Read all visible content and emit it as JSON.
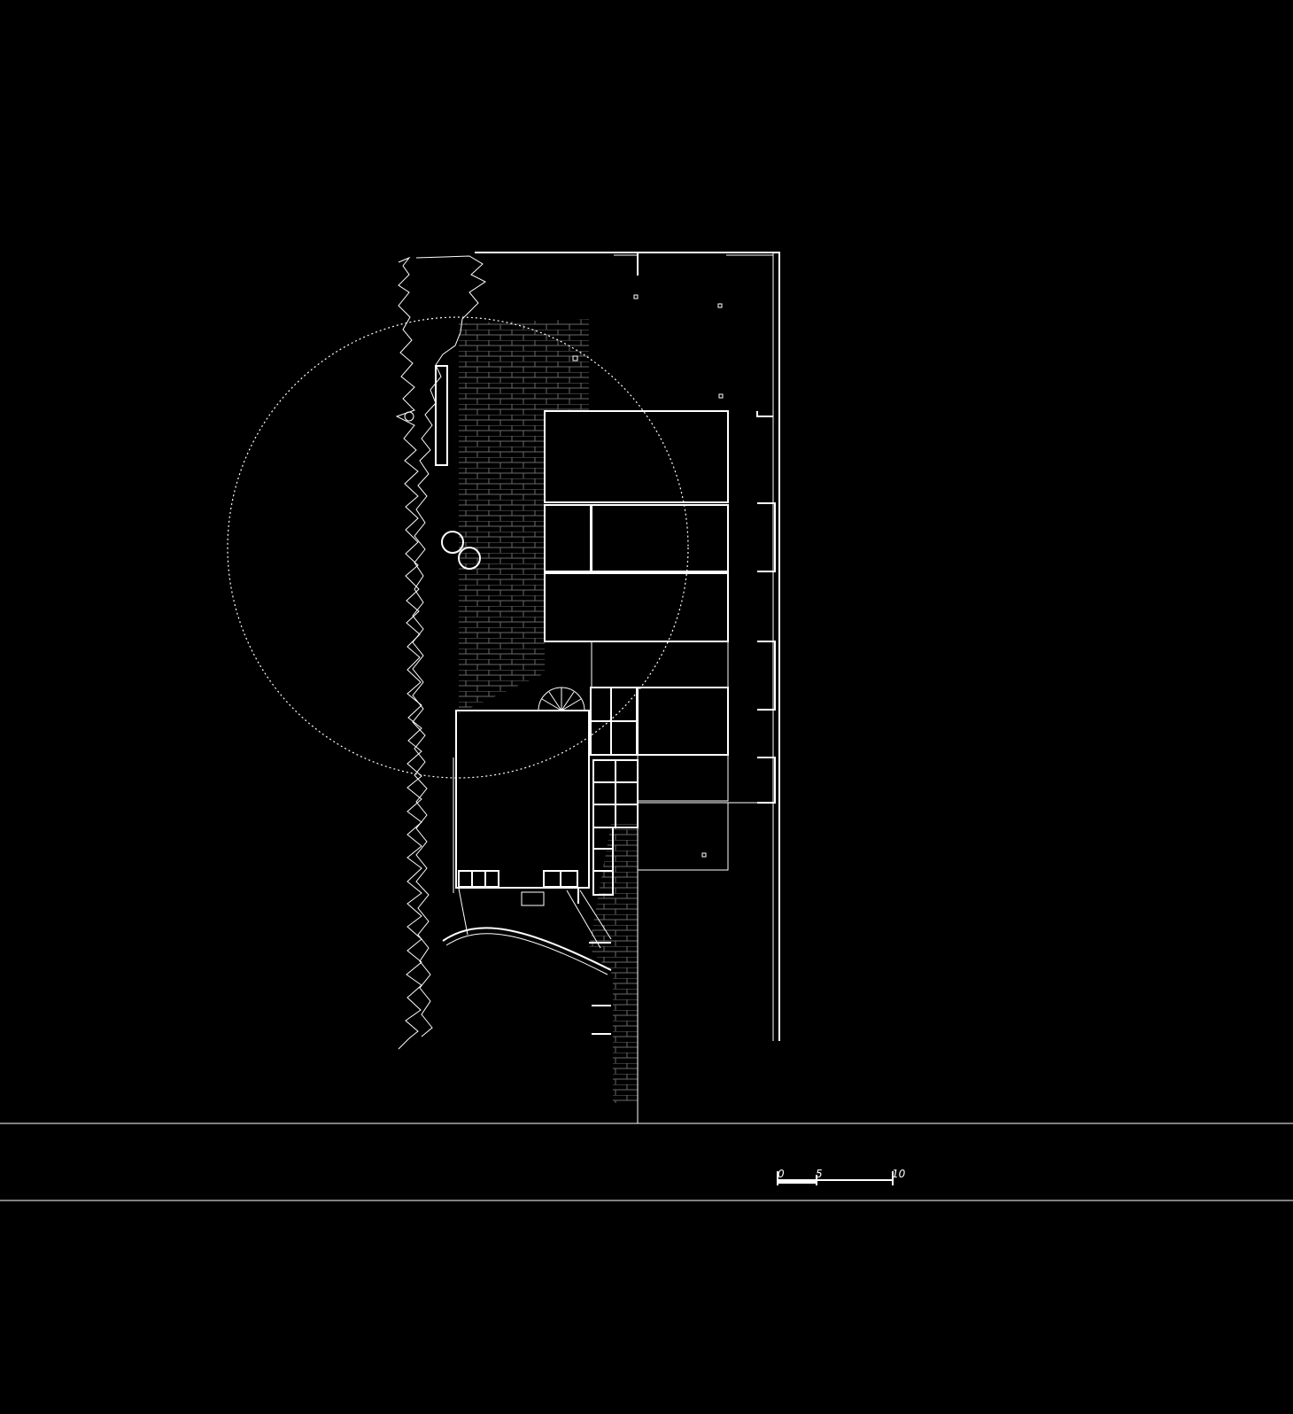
{
  "colors": {
    "background": "#000000",
    "line": "#ffffff",
    "brick": "#6a6a6a"
  },
  "scale_bar": {
    "ticks": [
      "0",
      "5",
      "10"
    ]
  }
}
